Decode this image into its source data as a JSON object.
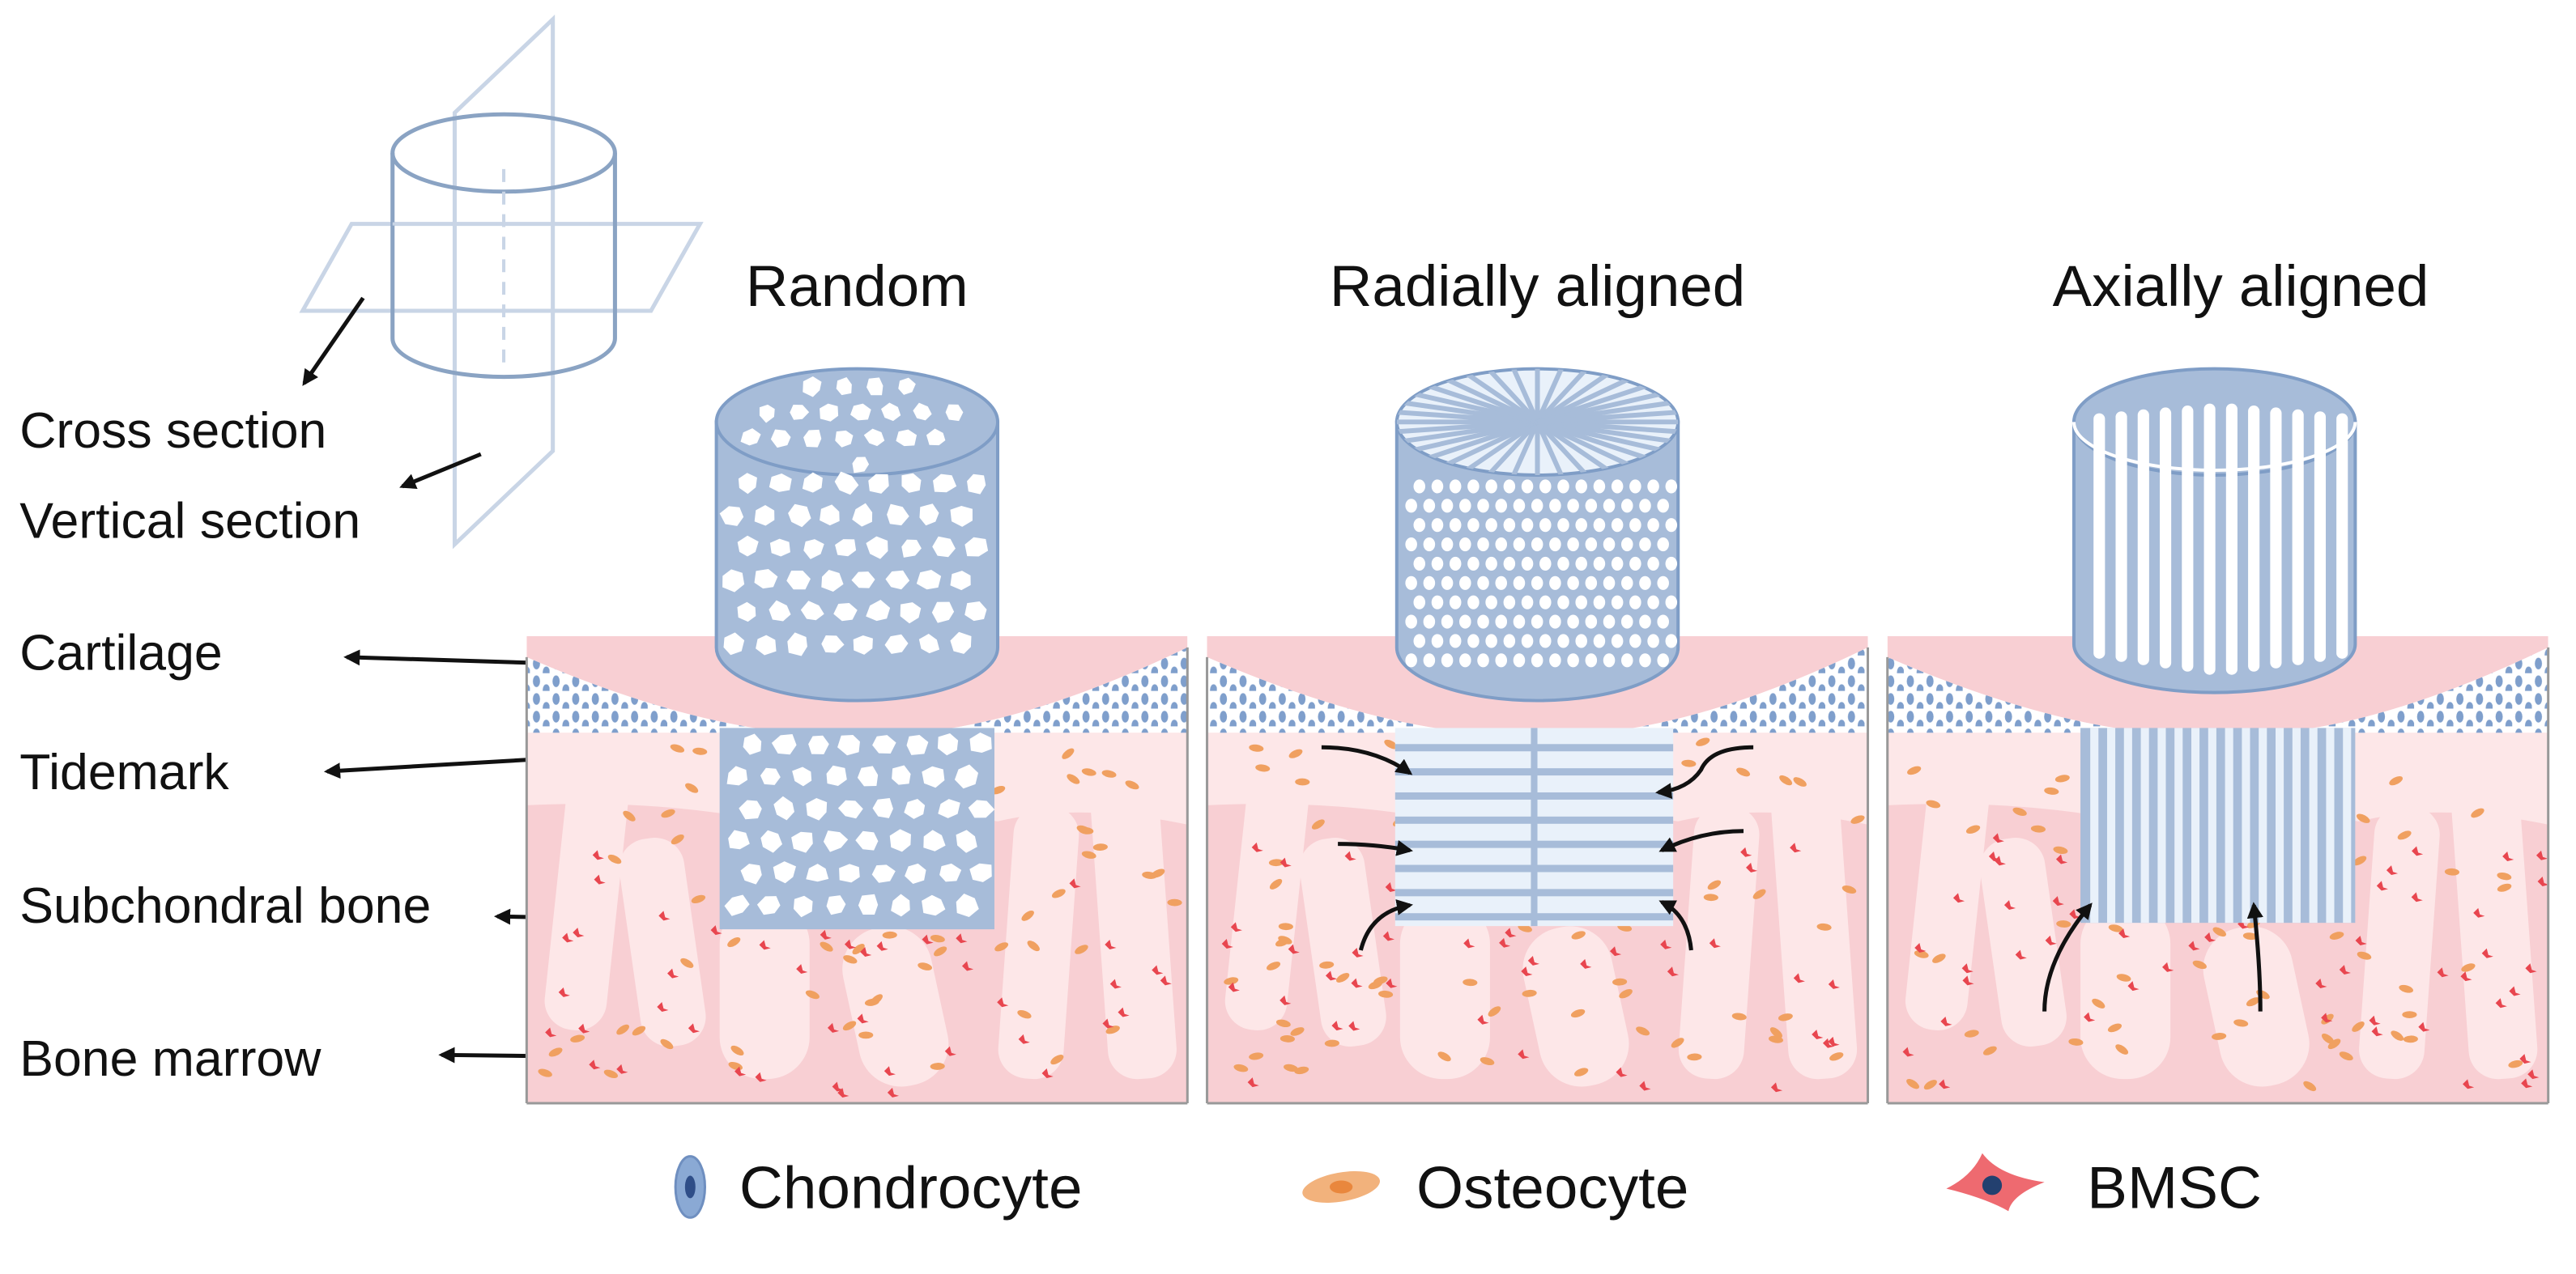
{
  "orientation": {
    "cross_section_label": "Cross section",
    "vertical_section_label": "Vertical section"
  },
  "layers": {
    "cartilage": "Cartilage",
    "tidemark": "Tidemark",
    "subchondral_bone": "Subchondral bone",
    "bone_marrow": "Bone marrow"
  },
  "panels": [
    {
      "title": "Random"
    },
    {
      "title": "Radially aligned"
    },
    {
      "title": "Axially aligned"
    }
  ],
  "legend": [
    {
      "label": "Chondrocyte",
      "icon": "chondrocyte-icon"
    },
    {
      "label": "Osteocyte",
      "icon": "osteocyte-icon"
    },
    {
      "label": "BMSC",
      "icon": "bmsc-icon"
    }
  ],
  "colors": {
    "scaffold_blue": "#a7bcd9",
    "scaffold_stroke": "#7f9dc6",
    "scaffold_light": "#e9f1fa",
    "cartilage_cell": "#7f9fcc",
    "bone_marrow": "#f8cfd3",
    "subchondral_bone": "#fde7e8",
    "osteocyte": "#f0a060",
    "bmsc": "#e8464f"
  }
}
